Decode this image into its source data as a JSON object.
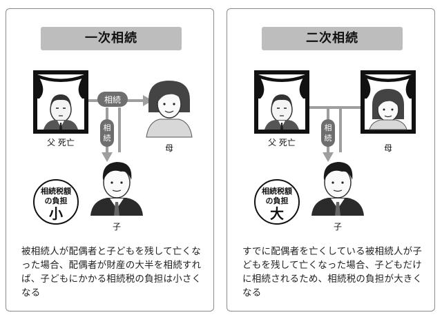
{
  "panels": [
    {
      "title": "一次相続",
      "father_label": "父 死亡",
      "mother_label": "母",
      "child_label": "子",
      "arrow_h_label": "相続",
      "arrow_v_label": "相続",
      "burden_line1": "相続税額",
      "burden_line2": "の負担",
      "burden_value": "小",
      "caption": "被相続人が配偶者と子どもを残して亡くなった場合、配偶者が財産の大半を相続すれば、子どもにかかる相続税の負担は小さくなる"
    },
    {
      "title": "二次相続",
      "father_label": "父 死亡",
      "mother_label": "母",
      "child_label": "子",
      "arrow_v_label": "相続",
      "burden_line1": "相続税額",
      "burden_line2": "の負担",
      "burden_value": "大",
      "caption": "すでに配偶者を亡くしている被相続人が子どもを残して亡くなった場合、子どもだけに相続されるため、相続税の負担が大きくなる"
    }
  ],
  "colors": {
    "frame": "#111111",
    "title_bg": "#bdbdbd",
    "arrow": "#9e9e9e",
    "label_pill": "#6e6e6e"
  },
  "icons": [
    "memorial-portrait-icon",
    "mother-icon",
    "son-icon"
  ]
}
